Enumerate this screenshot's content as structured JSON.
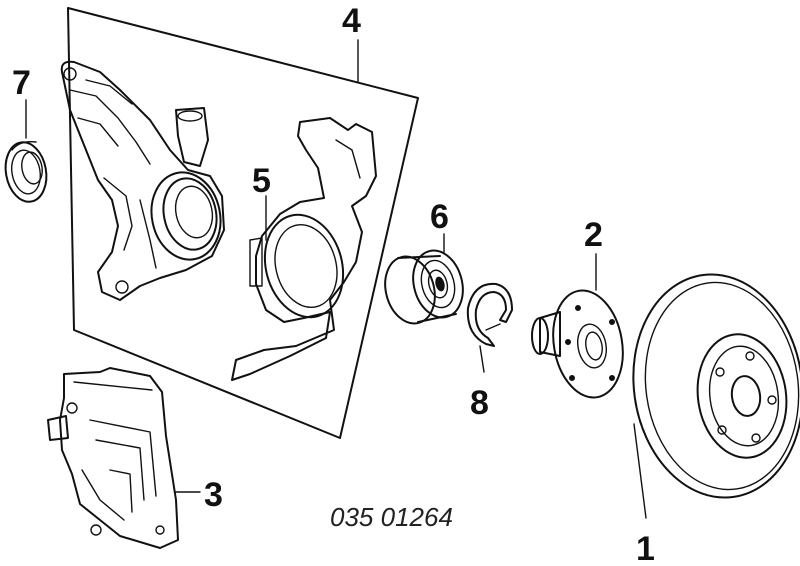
{
  "callouts": [
    {
      "id": "1",
      "text": "1"
    },
    {
      "id": "2",
      "text": "2"
    },
    {
      "id": "3",
      "text": "3"
    },
    {
      "id": "4",
      "text": "4"
    },
    {
      "id": "5",
      "text": "5"
    },
    {
      "id": "6",
      "text": "6"
    },
    {
      "id": "7",
      "text": "7"
    },
    {
      "id": "8",
      "text": "8"
    }
  ],
  "part_number": "035 01264"
}
